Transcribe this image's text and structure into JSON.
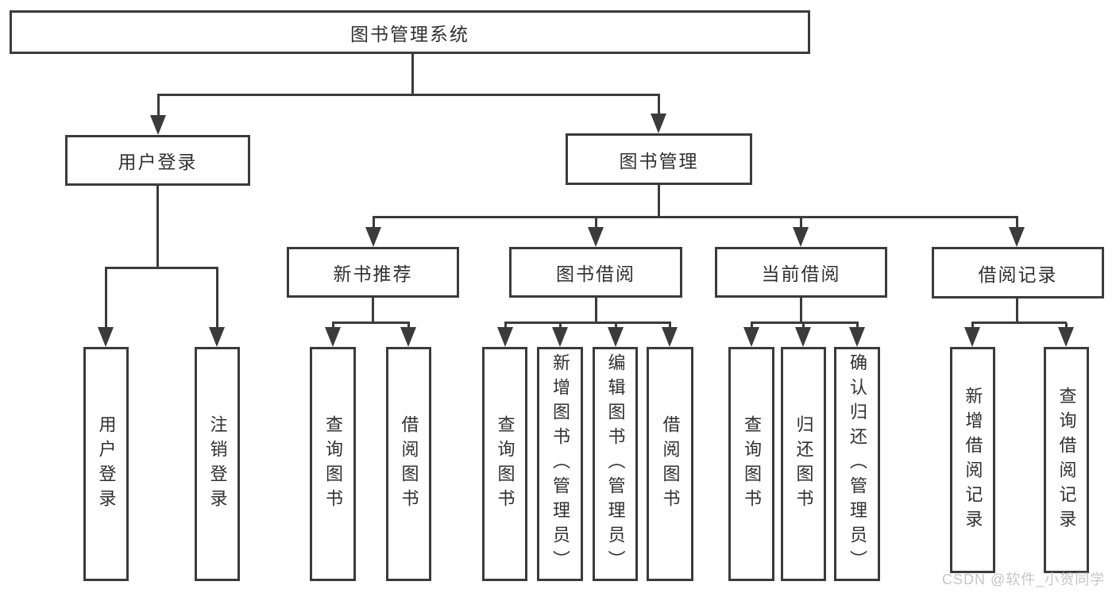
{
  "diagram_title": "图书管理系统",
  "nodes": {
    "root": "图书管理系统",
    "user_login": "用户登录",
    "book_mgmt": "图书管理",
    "new_book_rec": "新书推荐",
    "book_borrow": "图书借阅",
    "current_borrow": "当前借阅",
    "borrow_records": "借阅记录",
    "leaf_user_login": "用户登录",
    "leaf_logout": "注销登录",
    "leaf_query_book_rec": "查询图书",
    "leaf_borrow_book_rec": "借阅图书",
    "leaf_query_book_borrow": "查询图书",
    "leaf_add_book": "新增图书（管理员）",
    "leaf_edit_book": "编辑图书（管理员）",
    "leaf_borrow_book_borrow": "借阅图书",
    "leaf_query_book_current": "查询图书",
    "leaf_return_book": "归还图书",
    "leaf_confirm_return": "确认归还（管理员）",
    "leaf_add_record": "新增借阅记录",
    "leaf_query_record": "查询借阅记录"
  },
  "watermark": "CSDN @软件_小贺同学",
  "colors": {
    "background": "#ffffff",
    "line": "#3b3b3b",
    "text": "#303030",
    "watermark": "#c6c6c6"
  }
}
